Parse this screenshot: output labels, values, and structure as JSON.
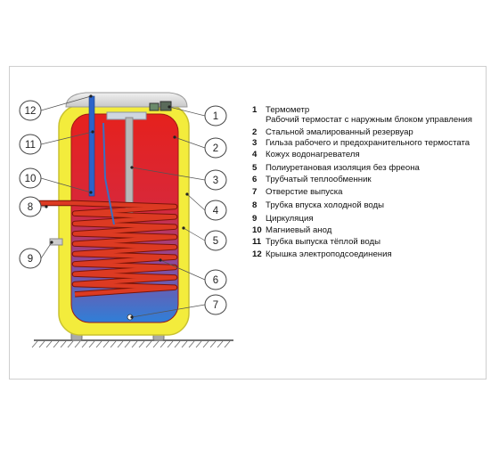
{
  "diagram": {
    "legend": [
      {
        "num": "1",
        "lines": [
          "Термометр",
          "Рабочий термостат с наружным блоком управления"
        ]
      },
      {
        "num": "2",
        "lines": [
          "Стальной эмалированный резервуар"
        ]
      },
      {
        "num": "3",
        "lines": [
          "Гильза рабочего и предохранительного термостата"
        ]
      },
      {
        "num": "4",
        "lines": [
          "Кожух водонагревателя"
        ]
      },
      {
        "num": "5",
        "lines": [
          "Полиуретановая изоляция без фреона"
        ]
      },
      {
        "num": "6",
        "lines": [
          "Трубчатый теплообменник"
        ]
      },
      {
        "num": "7",
        "lines": [
          "Отверстие выпуска"
        ]
      },
      {
        "num": "8",
        "lines": [
          "Трубка впуска холодной воды"
        ]
      },
      {
        "num": "9",
        "lines": [
          "Циркуляция"
        ]
      },
      {
        "num": "10",
        "lines": [
          "Магниевый анод"
        ]
      },
      {
        "num": "11",
        "lines": [
          "Трубка выпуска тёплой воды"
        ]
      },
      {
        "num": "12",
        "lines": [
          "Крышка электроподсоединения"
        ]
      }
    ],
    "callouts_left": [
      "12",
      "11",
      "10",
      "8",
      "9"
    ],
    "callouts_right": [
      "1",
      "2",
      "3",
      "4",
      "5",
      "6",
      "7"
    ],
    "colors": {
      "casing": "#f3ec3c",
      "casing_outline": "#c9c230",
      "hot": "#e8231e",
      "cold": "#2f7fd8",
      "pipe": "#d8321e",
      "lid": "#dcdcdc",
      "leader": "#555555"
    }
  }
}
